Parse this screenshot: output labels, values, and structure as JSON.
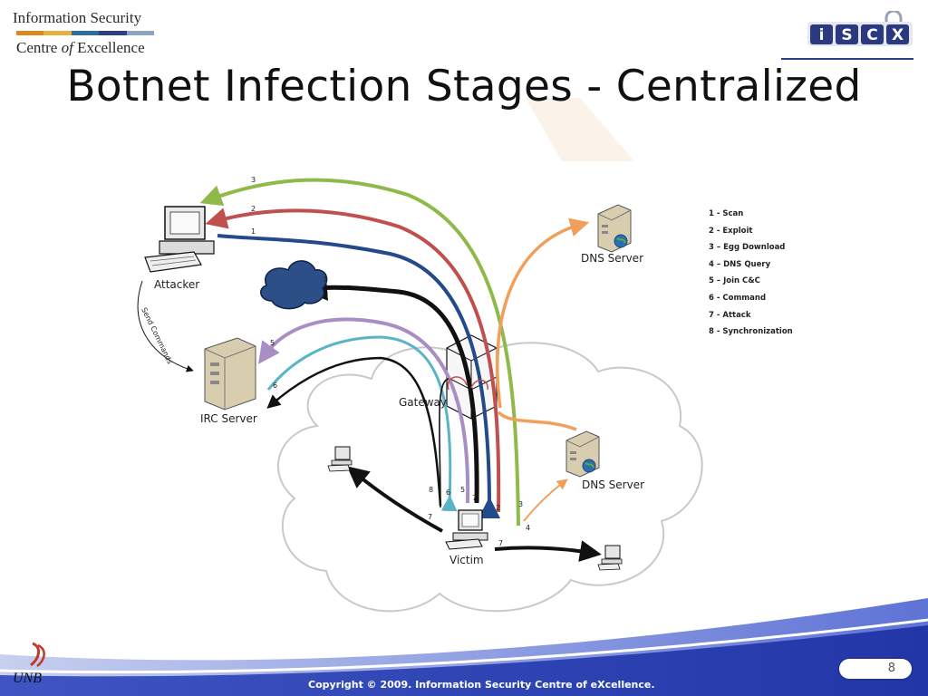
{
  "header": {
    "logo_line1": "Information Security",
    "logo_line2": "Centre",
    "logo_line2_of": "of",
    "logo_line2_end": "Excellence",
    "logo_bar_colors": [
      "#d98a1e",
      "#e3b341",
      "#2c6f9e",
      "#2c3e86",
      "#8fa3c7"
    ],
    "iscx_letters": [
      "i",
      "S",
      "C",
      "X"
    ],
    "iscx_color": "#2b3a80"
  },
  "slide": {
    "title": "Botnet Infection Stages - Centralized"
  },
  "diagram": {
    "nodes": {
      "attacker": "Attacker",
      "irc": "IRC Server",
      "gateway": "Gateway",
      "dns_top": "DNS Server",
      "dns_mid": "DNS Server",
      "victim": "Victim"
    },
    "send_commands": "Send Commands",
    "arrow_colors": {
      "scan": "#234a8a",
      "exploit": "#c0504d",
      "egg": "#8fba4a",
      "dns": "#f0a05a",
      "join": "#a88ec4",
      "command": "#5bb3c8",
      "attack": "#111111"
    },
    "arrow_labels": {
      "a1": "1",
      "a2": "2",
      "a3": "3",
      "a5": "5",
      "a6": "6",
      "a7_cloud": "7",
      "v8": "8",
      "v6": "6",
      "v5": "5",
      "v7": "7",
      "v2": "2",
      "v3": "3",
      "v4": "4",
      "v7_left": "7",
      "v7_right": "7"
    }
  },
  "legend": {
    "items": [
      "1 - Scan",
      "2 - Exploit",
      "3 – Egg Download",
      "4 – DNS Query",
      "5 – Join C&C",
      "6 - Command",
      "7 - Attack",
      "8 - Synchronization"
    ]
  },
  "footer": {
    "copyright": "Copyright © 2009. Information Security Centre of eXcellence.",
    "page_number": "8",
    "unb": "UNB"
  }
}
